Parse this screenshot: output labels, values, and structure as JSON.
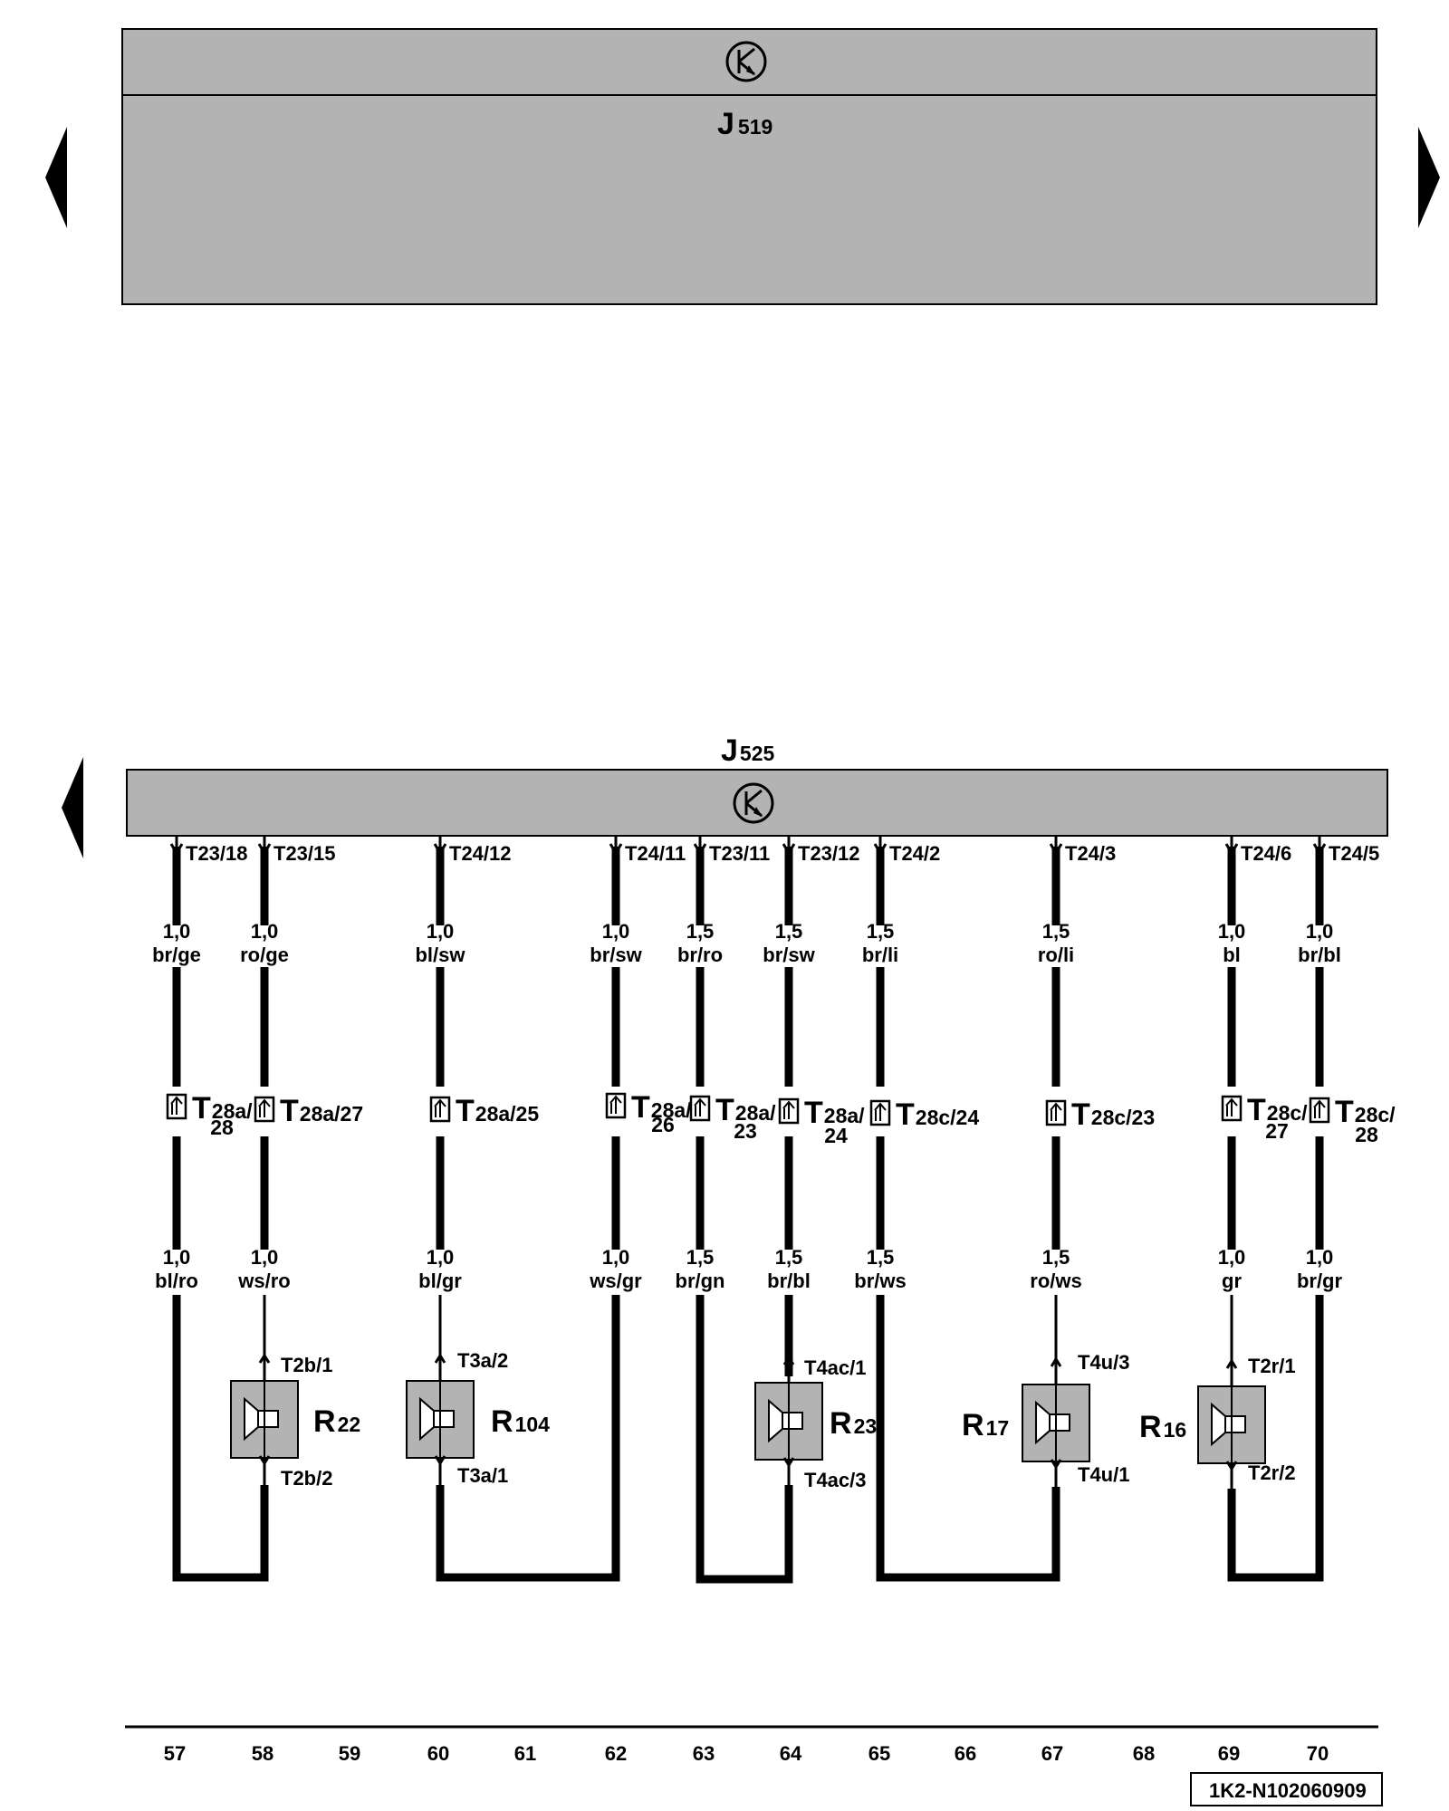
{
  "top_module": {
    "letter": "J",
    "number": "519"
  },
  "bottom_module": {
    "letter": "J",
    "number": "525"
  },
  "icons": {
    "control_unit": "transistor-symbol-icon",
    "nav_left": "triangle-left-icon",
    "nav_right": "triangle-right-icon",
    "connector": "connector-arrow-icon",
    "speaker": "speaker-icon"
  },
  "colors": {
    "module_fill": "#b3b3b3",
    "wire": "#000000"
  },
  "wires": [
    {
      "id": "w1",
      "col": "57",
      "top_pin": "T23/18",
      "top_size": "1,0",
      "top_color": "br/ge",
      "conn_main": "T28a/",
      "conn_sub": "28",
      "bot_size": "1,0",
      "bot_color": "bl/ro"
    },
    {
      "id": "w2",
      "col": "58",
      "top_pin": "T23/15",
      "top_size": "1,0",
      "top_color": "ro/ge",
      "conn_main": "T28a/27",
      "conn_sub": "",
      "bot_size": "1,0",
      "bot_color": "ws/ro"
    },
    {
      "id": "w3",
      "col": "60",
      "top_pin": "T24/12",
      "top_size": "1,0",
      "top_color": "bl/sw",
      "conn_main": "T28a/25",
      "conn_sub": "",
      "bot_size": "1,0",
      "bot_color": "bl/gr"
    },
    {
      "id": "w4",
      "col": "62",
      "top_pin": "T24/11",
      "top_size": "1,0",
      "top_color": "br/sw",
      "conn_main": "T28a/",
      "conn_sub": "26",
      "bot_size": "1,0",
      "bot_color": "ws/gr"
    },
    {
      "id": "w5",
      "col": "63",
      "top_pin": "T23/11",
      "top_size": "1,5",
      "top_color": "br/ro",
      "conn_main": "T28a/",
      "conn_sub": "23",
      "bot_size": "1,5",
      "bot_color": "br/gn"
    },
    {
      "id": "w6",
      "col": "64",
      "top_pin": "T23/12",
      "top_size": "1,5",
      "top_color": "br/sw",
      "conn_main": "T28a/",
      "conn_sub": "24",
      "bot_size": "1,5",
      "bot_color": "br/bl"
    },
    {
      "id": "w7",
      "col": "65",
      "top_pin": "T24/2",
      "top_size": "1,5",
      "top_color": "br/li",
      "conn_main": "T28c/24",
      "conn_sub": "",
      "bot_size": "1,5",
      "bot_color": "br/ws"
    },
    {
      "id": "w8",
      "col": "67",
      "top_pin": "T24/3",
      "top_size": "1,5",
      "top_color": "ro/li",
      "conn_main": "T28c/23",
      "conn_sub": "",
      "bot_size": "1,5",
      "bot_color": "ro/ws"
    },
    {
      "id": "w9",
      "col": "69",
      "top_pin": "T24/6",
      "top_size": "1,0",
      "top_color": "bl",
      "conn_main": "T28c/",
      "conn_sub": "27",
      "bot_size": "1,0",
      "bot_color": "gr"
    },
    {
      "id": "w10",
      "col": "70",
      "top_pin": "T24/5",
      "top_size": "1,0",
      "top_color": "br/bl",
      "conn_main": "T28c/",
      "conn_sub": "28",
      "bot_size": "1,0",
      "bot_color": "br/gr"
    }
  ],
  "speakers": [
    {
      "id": "R22",
      "letter": "R",
      "number": "22",
      "pin_top": "T2b/1",
      "pin_bottom": "T2b/2"
    },
    {
      "id": "R104",
      "letter": "R",
      "number": "104",
      "pin_top": "T3a/2",
      "pin_bottom": "T3a/1"
    },
    {
      "id": "R23",
      "letter": "R",
      "number": "23",
      "pin_top": "T4ac/1",
      "pin_bottom": "T4ac/3"
    },
    {
      "id": "R17",
      "letter": "R",
      "number": "17",
      "pin_top": "T4u/3",
      "pin_bottom": "T4u/1"
    },
    {
      "id": "R16",
      "letter": "R",
      "number": "16",
      "pin_top": "T2r/1",
      "pin_bottom": "T2r/2"
    }
  ],
  "columns": [
    "57",
    "58",
    "59",
    "60",
    "61",
    "62",
    "63",
    "64",
    "65",
    "66",
    "67",
    "68",
    "69",
    "70"
  ],
  "reference": "1K2-N102060909"
}
